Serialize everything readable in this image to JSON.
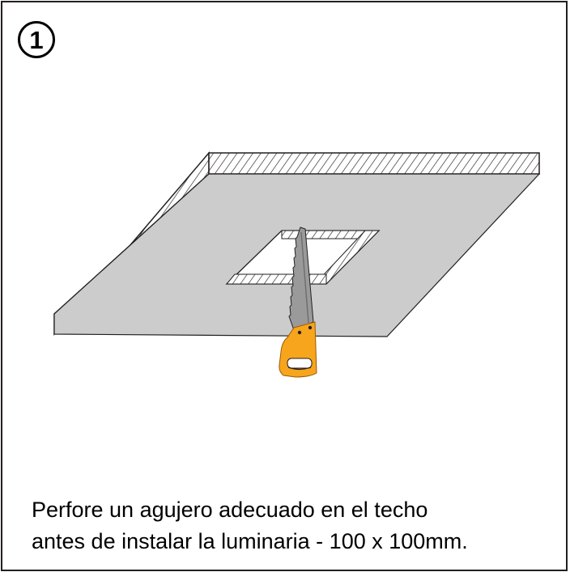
{
  "step": {
    "number": "1"
  },
  "caption": {
    "line1": "Perfore un agujero adecuado en el techo",
    "line2": "antes de instalar la luminaria - 100 x 100mm."
  },
  "colors": {
    "border": "#231f20",
    "panel_face": "#cccccc",
    "hatch": "#231f20",
    "saw_blade": "#9a9a9a",
    "saw_handle": "#f7a51c"
  },
  "icons": [
    "ceiling-panel-illustration",
    "saw-icon"
  ]
}
